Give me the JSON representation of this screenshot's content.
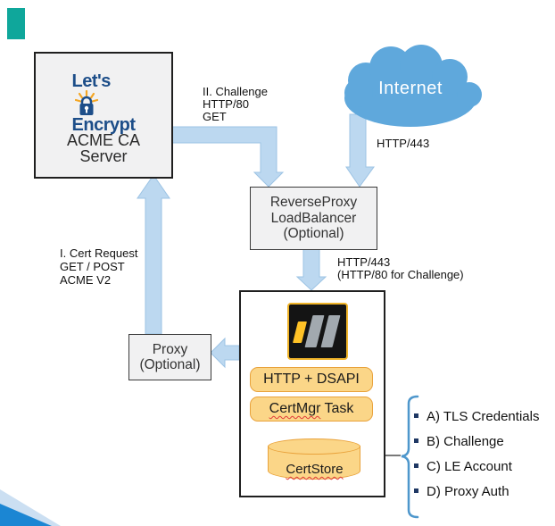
{
  "slide": {
    "accent_bar_color": "#0FA79B",
    "corner_triangle_light": "#CBDFF2",
    "corner_triangle_dark": "#1B86D3"
  },
  "acme_server": {
    "logo": {
      "line1": "Let's",
      "line2": "Encrypt",
      "icon": "padlock-with-rays-icon",
      "text_color": "#1D4E89",
      "rays_color": "#F5A623"
    },
    "label_line1": "ACME CA",
    "label_line2": "Server"
  },
  "internet": {
    "label": "Internet",
    "cloud_color": "#5FA8DC"
  },
  "reverse_proxy": {
    "line1": "ReverseProxy",
    "line2": "LoadBalancer",
    "line3": "(Optional)"
  },
  "proxy": {
    "line1": "Proxy",
    "line2": "(Optional)"
  },
  "domino_server": {
    "logo_icon": "hcl-domino-logo",
    "http_dsapi_label": "HTTP + DSAPI",
    "certmgr_word": "CertMgr",
    "certmgr_rest": "Task",
    "certstore_label": "CertStore",
    "pill_fill": "#FBD688",
    "pill_border": "#E9A23B"
  },
  "arrow_labels": {
    "challenge_1": "II. Challenge",
    "challenge_2": "HTTP/80",
    "challenge_3": "GET",
    "internet_http": "HTTP/443",
    "rp_http_1": "HTTP/443",
    "rp_http_2": "(HTTP/80 for Challenge)",
    "certreq_1": "I. Cert Request",
    "certreq_2": "GET / POST",
    "certreq_3": "ACME V2"
  },
  "legend": {
    "items": [
      {
        "label": "A) TLS Credentials"
      },
      {
        "label": "B) Challenge"
      },
      {
        "label": "C) LE Account"
      },
      {
        "label": "D) Proxy Auth"
      }
    ],
    "bullet_color": "#1F3864",
    "bracket_color": "#4E97CC"
  },
  "arrows": {
    "fill": "#BCD8F0",
    "stroke": "#9CC3E4"
  }
}
